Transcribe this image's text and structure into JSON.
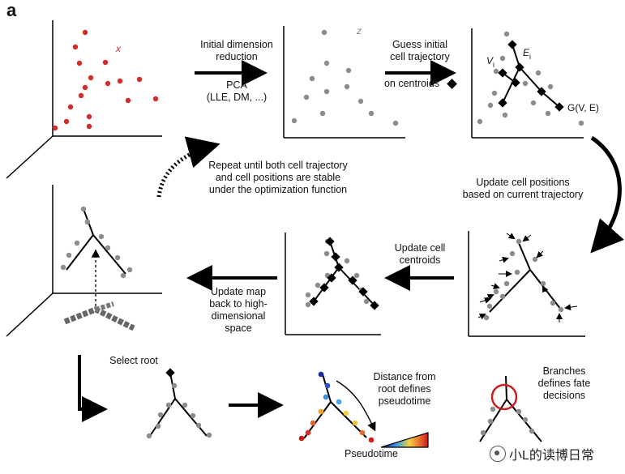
{
  "panel_letter": "a",
  "labels": {
    "initial_dim": "Initial dimension\nreduction",
    "pca": "PCA\n(LLE, DM, ...)",
    "guess": "Guess initial\ncell trajectory",
    "on_centroids": "on centroids",
    "repeat": "Repeat until both cell trajectory\nand cell positions are stable\nunder the optimization function",
    "update_positions": "Update cell positions\nbased on current trajectory",
    "update_centroids": "Update cell\ncentroids",
    "update_map": "Update map\nback to high-\ndimensional\nspace",
    "select_root": "Select root",
    "distance": "Distance from\nroot defines\npseudotime",
    "pseudotime": "Pseudotime",
    "branches": "Branches\ndefines fate\ndecisions",
    "x_mark": "x",
    "z_mark": "z",
    "v_label": "V",
    "v_sub": "i",
    "e_label": "E",
    "e_sub": "i",
    "graph_label": "G(V, E)"
  },
  "watermark": "小L的读博日常",
  "colors": {
    "red_points": "#d62b2b",
    "gray_points": "#8c8c8c",
    "black": "#000000",
    "branch_circle": "#c82020"
  }
}
